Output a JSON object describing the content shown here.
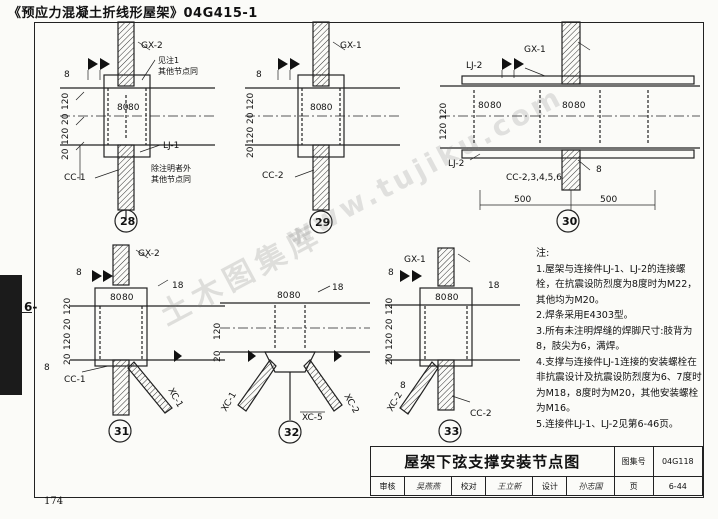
{
  "header": "《预应力混凝土折线形屋架》04G415-1",
  "side_tab": "6-",
  "page_number": "174",
  "watermark_cn": "土木图集库",
  "watermark_url": "www.tujiku.com",
  "details": [
    {
      "num": "28",
      "tags": [
        "GX-2",
        "见注1",
        "其他节点同",
        "LJ-1",
        "除注明者外",
        "其他节点同",
        "CC-1"
      ],
      "weld": "8",
      "dims": [
        "80",
        "80",
        "20",
        "120",
        "20",
        "120"
      ]
    },
    {
      "num": "29",
      "tags": [
        "GX-1",
        "CC-2"
      ],
      "weld": "8",
      "dims": [
        "80",
        "80",
        "20",
        "120",
        "20",
        "120"
      ]
    },
    {
      "num": "30",
      "tags": [
        "GX-1",
        "LJ-2",
        "LJ-2",
        "CC-2,3,4,5,6"
      ],
      "weld": "8",
      "dims": [
        "80",
        "80",
        "80",
        "80",
        "120",
        "120",
        "500",
        "500"
      ]
    },
    {
      "num": "31",
      "tags": [
        "GX-2",
        "CC-1",
        "XC-1"
      ],
      "weld": "8",
      "weld2": "18",
      "dims": [
        "80",
        "80",
        "20",
        "120",
        "20",
        "120",
        "8"
      ]
    },
    {
      "num": "32",
      "tags": [
        "XC-1",
        "XC-2",
        "XC-5"
      ],
      "weld2": "18",
      "dims": [
        "80",
        "80",
        "20",
        "120"
      ]
    },
    {
      "num": "33",
      "tags": [
        "GX-1",
        "XC-2",
        "CC-2"
      ],
      "weld": "8",
      "weld2": "18",
      "dims": [
        "80",
        "80",
        "20",
        "120",
        "20",
        "120",
        "8"
      ]
    }
  ],
  "notes": {
    "title": "注:",
    "items": [
      "1.屋架与连接件LJ-1、LJ-2的连接螺栓，在抗震设防烈度为8度时为M22，其他均为M20。",
      "2.焊条采用E4303型。",
      "3.所有未注明焊缝的焊脚尺寸:肢背为8，肢尖为6，满焊。",
      "4.支撑与连接件LJ-1连接的安装螺栓在非抗震设计及抗震设防烈度为6、7度时为M18，8度时为M20，其他安装螺栓为M16。",
      "5.连接件LJ-1、LJ-2见第6-46页。"
    ]
  },
  "title_block": {
    "title": "屋架下弦支撑安装节点图",
    "atlas_label": "图集号",
    "atlas_no": "04G118",
    "page_label": "页",
    "page_no": "6-44",
    "review_label": "审核",
    "check_label": "校对",
    "design_label": "设计",
    "review_name": "吴燕燕",
    "check_name": "王立新",
    "design_name": "孙志国"
  }
}
